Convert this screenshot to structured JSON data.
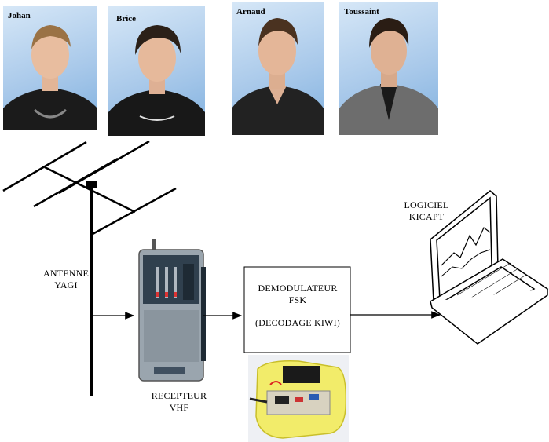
{
  "people": [
    {
      "name": "Johan"
    },
    {
      "name": "Brice"
    },
    {
      "name": "Arnaud"
    },
    {
      "name": "Toussaint"
    }
  ],
  "blocks": {
    "antenna": {
      "line1": "ANTENNE",
      "line2": "YAGI"
    },
    "receiver": {
      "line1": "RECEPTEUR",
      "line2": "VHF"
    },
    "demodulator": {
      "line1": "DEMODULATEUR",
      "line2": "FSK",
      "line3": "(DECODAGE KIWI)"
    },
    "software": {
      "line1": "LOGICIEL",
      "line2": "KICAPT"
    }
  },
  "colors": {
    "photo_bg": "#a9c9ea",
    "board_yellow": "#f2ec6a",
    "receiver_body": "#9aa5ae"
  }
}
